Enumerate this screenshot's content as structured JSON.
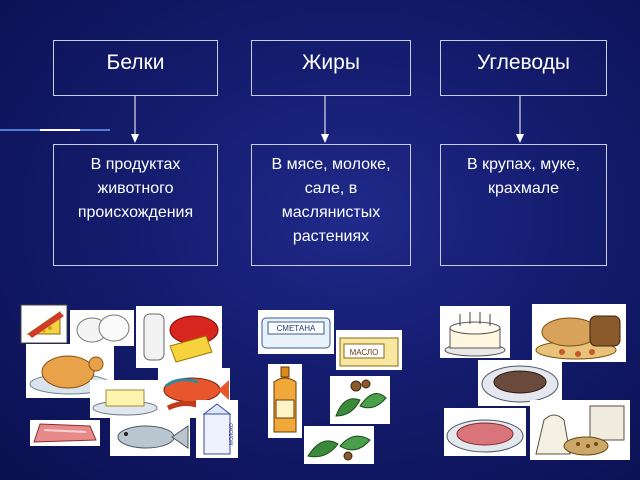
{
  "columns": [
    {
      "title": "Белки",
      "text": [
        "В продуктах",
        "животного",
        "происхождения"
      ]
    },
    {
      "title": "Жиры",
      "text": [
        "В мясе, молоке,",
        "сале, в",
        "маслянистых",
        "растениях"
      ]
    },
    {
      "title": "Углеводы",
      "text": [
        "В крупах, муке,",
        "крахмале"
      ]
    }
  ],
  "food_labels": {
    "sour_cream": "СМЕТАНА",
    "butter": "МАСЛО",
    "milk_carton": "МОЛОКО"
  },
  "colors": {
    "background": "#141c6e",
    "border": "#c8cce8",
    "text": "#ffffff"
  }
}
